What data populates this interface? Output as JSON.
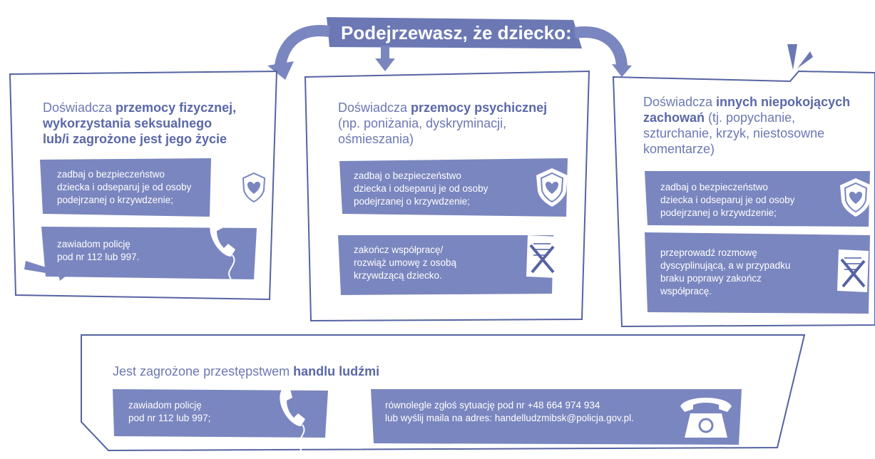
{
  "heading": "Podejrzewasz, że dziecko:",
  "colors": {
    "accent": "#6b78b4",
    "band": "#7a86bf",
    "outline": "#5563a3",
    "background": "#ffffff"
  },
  "cards": [
    {
      "title_plain": "Doświadcza ",
      "title_bold_1": "przemocy fizycznej,",
      "title_bold_2": "wykorzystania seksualnego",
      "title_bold_3": "lub/i zagrożone jest jego życie",
      "actions": [
        {
          "lines": [
            "zadbaj o bezpieczeństwo",
            "dziecka i odseparuj je od osoby",
            "podejrzanej o krzywdzenie;"
          ],
          "icon": "shield-heart-icon"
        },
        {
          "lines": [
            "zawiadom policję",
            "pod nr 112 lub 997."
          ],
          "icon": "phone-handset-icon"
        }
      ]
    },
    {
      "title_plain": "Doświadcza ",
      "title_bold_1": "przemocy psychicznej",
      "title_plain_2": "(np. poniżania, dyskryminacji,",
      "title_plain_3": "ośmieszania)",
      "actions": [
        {
          "lines": [
            "zadbaj o bezpieczeństwo",
            "dziecka i odseparuj je od osoby",
            "podejrzanej o krzywdzenie;"
          ],
          "icon": "shield-heart-icon"
        },
        {
          "lines": [
            "zakończ współpracę/",
            "rozwiąż umowę z osobą",
            "krzywdzącą dziecko."
          ],
          "icon": "crossed-document-icon"
        }
      ]
    },
    {
      "title_plain": "Doświadcza ",
      "title_bold_1": "innych niepokojących",
      "title_bold_2": "zachowań",
      "title_plain_2": " (tj. popychanie,",
      "title_plain_3": "szturchanie, krzyk, niestosowne",
      "title_plain_4": "komentarze)",
      "actions": [
        {
          "lines": [
            "zadbaj o bezpieczeństwo",
            "dziecka i odseparuj je od osoby",
            "podejrzanej o krzywdzenie;"
          ],
          "icon": "shield-heart-icon"
        },
        {
          "lines": [
            "przeprowadź rozmowę",
            "dyscyplinującą, a w przypadku",
            "braku poprawy zakończ",
            "współpracę."
          ],
          "icon": "crossed-document-icon"
        }
      ]
    }
  ],
  "bottom": {
    "title_plain": "Jest zagrożone przestępstwem ",
    "title_bold": "handlu ludźmi",
    "actions": [
      {
        "lines": [
          "zawiadom policję",
          "pod nr 112 lub 997;"
        ],
        "icon": "phone-handset-icon"
      },
      {
        "lines": [
          "równolegle zgłoś sytuację pod nr +48 664 974 934",
          "lub wyślij maila na adres: handelludzmibsk@policja.gov.pl."
        ],
        "icon": "desk-telephone-icon"
      }
    ]
  }
}
